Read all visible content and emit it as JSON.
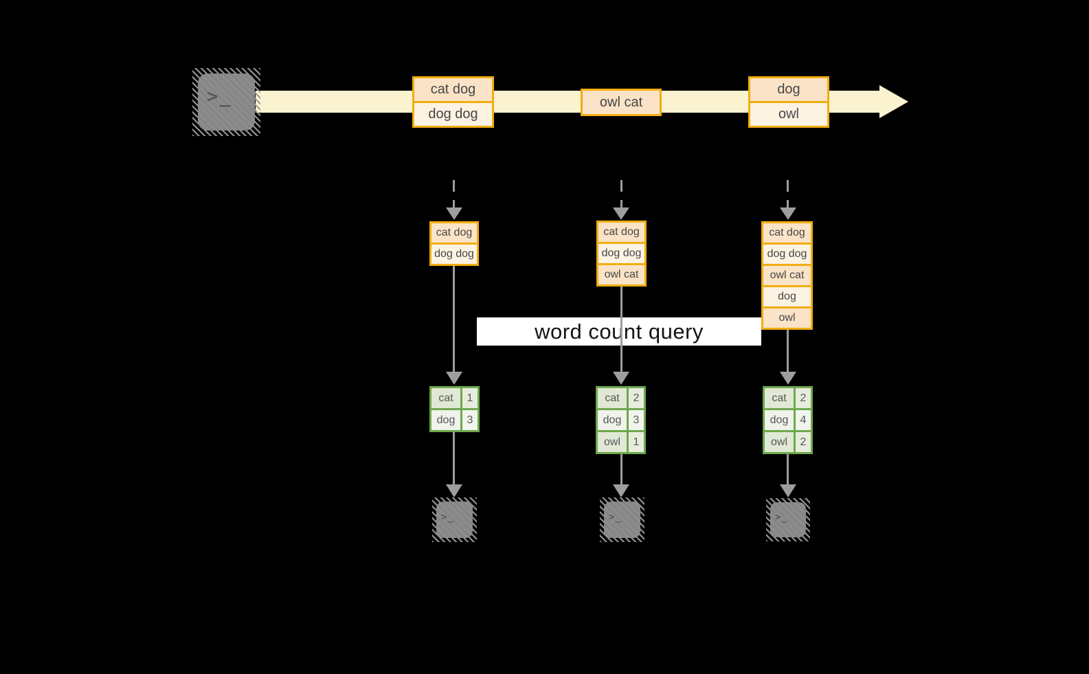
{
  "scene": {
    "source_terminal": {
      "glyph": ">_"
    },
    "timeline_batches": [
      {
        "rows": [
          "cat dog",
          "dog dog"
        ]
      },
      {
        "rows": [
          "owl cat"
        ]
      },
      {
        "rows": [
          "dog",
          "owl"
        ]
      }
    ],
    "query_label": "word count query",
    "micro_batches": [
      {
        "rows": [
          "cat dog",
          "dog dog"
        ]
      },
      {
        "rows": [
          "cat dog",
          "dog dog",
          "owl cat"
        ]
      },
      {
        "rows": [
          "cat dog",
          "dog dog",
          "owl cat",
          "dog",
          "owl"
        ]
      }
    ],
    "count_tables": [
      {
        "rows": [
          {
            "word": "cat",
            "count": "1"
          },
          {
            "word": "dog",
            "count": "3"
          }
        ]
      },
      {
        "rows": [
          {
            "word": "cat",
            "count": "2"
          },
          {
            "word": "dog",
            "count": "3"
          },
          {
            "word": "owl",
            "count": "1"
          }
        ]
      },
      {
        "rows": [
          {
            "word": "cat",
            "count": "2"
          },
          {
            "word": "dog",
            "count": "4"
          },
          {
            "word": "owl",
            "count": "2"
          }
        ]
      }
    ],
    "output_terminals": [
      {
        "glyph": ">_"
      },
      {
        "glyph": ">_"
      },
      {
        "glyph": ">_"
      }
    ]
  },
  "colors": {
    "background": "#000000",
    "stream_band": "#FBF2D0",
    "event_box_border": "#F1AE10",
    "event_fill_dark": "#FBE3C8",
    "event_fill_light": "#FDF3E3",
    "arrow_gray": "#9E9E9E",
    "table_border_green": "#6FA84C",
    "table_cell_dark": "#E0E9D5",
    "table_cell_light": "#EFF3EB",
    "query_label_bg": "#FFFFFF",
    "query_label_text": "#141414",
    "terminal_gray": "#8C8C8C"
  }
}
